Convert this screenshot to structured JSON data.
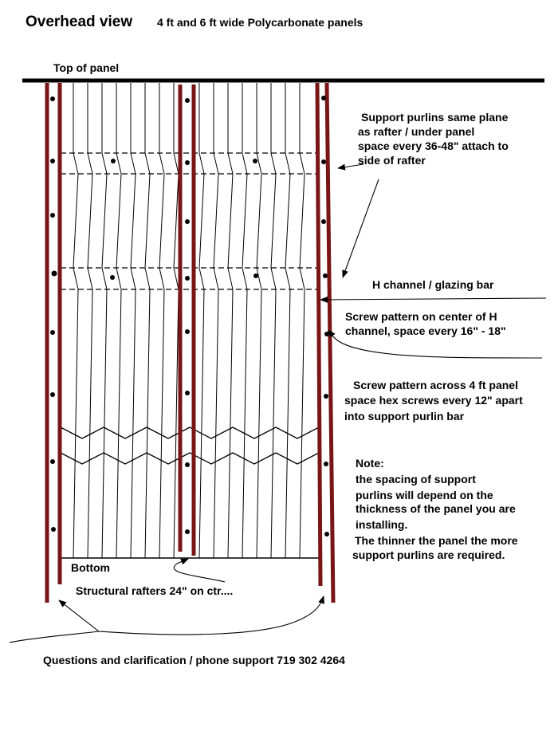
{
  "title": "Overhead view",
  "subtitle": "4 ft and 6 ft wide Polycarbonate panels",
  "labels": {
    "top_of_panel": "Top of panel",
    "support_purlins": [
      "Support purlins same plane",
      "as rafter / under panel",
      "space every 36-48\" attach to",
      "side of rafter"
    ],
    "h_channel": "H channel / glazing bar",
    "screw_center": [
      "Screw pattern on center of H",
      "channel, space every 16\" - 18\""
    ],
    "screw_across": [
      "Screw pattern across 4 ft panel",
      "space hex screws every 12\" apart",
      "into support purlin bar"
    ],
    "note_heading": "Note:",
    "note_lines": [
      "the spacing of support",
      "purlins will depend on the",
      "thickness of the panel you are",
      "installing.",
      "The thinner the panel the more",
      "support purlins are required."
    ],
    "bottom": "Bottom",
    "rafters": "Structural rafters 24\" on ctr....",
    "footer": "Questions and clarification / phone support 719 302 4264"
  },
  "colors": {
    "rafter": "#7a1515",
    "line": "#000000",
    "background": "#ffffff"
  }
}
